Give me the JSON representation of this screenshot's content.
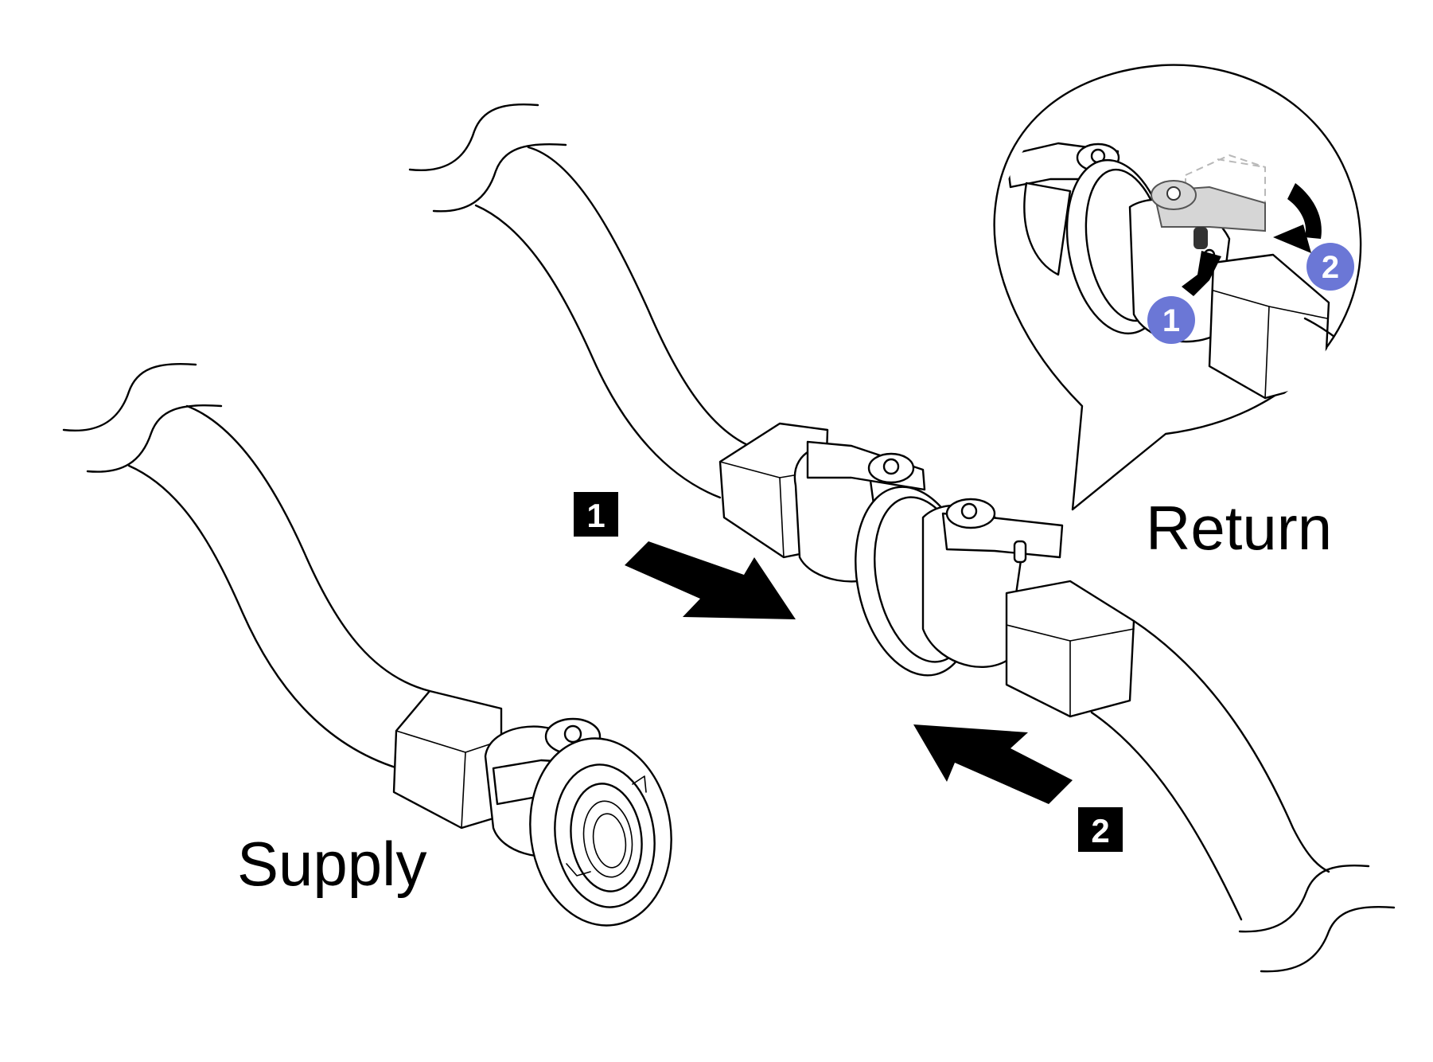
{
  "labels": {
    "supply": "Supply",
    "return": "Return"
  },
  "steps": [
    {
      "number": "1"
    },
    {
      "number": "2"
    }
  ],
  "callouts": [
    {
      "number": "1",
      "color": "#6b77d6"
    },
    {
      "number": "2",
      "color": "#6b77d6"
    }
  ],
  "colors": {
    "line": "#000000",
    "background": "#ffffff",
    "callout": "#6b77d6"
  },
  "icons": {
    "step_marker": "black-square-number",
    "push_arrow": "arrow-icon",
    "rotate_arrow": "curved-arrow-icon"
  }
}
